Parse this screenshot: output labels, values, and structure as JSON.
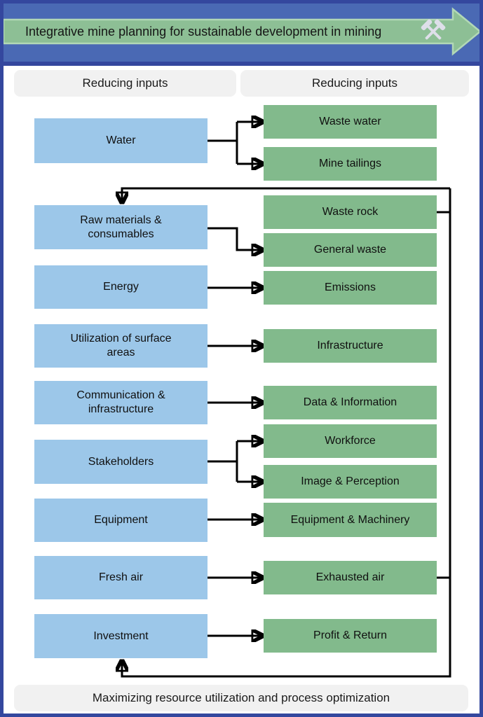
{
  "banner": {
    "title": "Integrative mine planning for sustainable development in mining",
    "icon": "crossed-hammers"
  },
  "column_headers": {
    "left": "Reducing inputs",
    "right": "Reducing inputs"
  },
  "inputs": [
    {
      "label": "Water"
    },
    {
      "label": "Raw materials & consumables"
    },
    {
      "label": "Energy"
    },
    {
      "label": "Utilization of surface areas"
    },
    {
      "label": "Communication & infrastructure"
    },
    {
      "label": "Stakeholders"
    },
    {
      "label": "Equipment"
    },
    {
      "label": "Fresh air"
    },
    {
      "label": "Investment"
    }
  ],
  "outputs": [
    {
      "label": "Waste water"
    },
    {
      "label": "Mine tailings"
    },
    {
      "label": "Waste rock"
    },
    {
      "label": "General waste"
    },
    {
      "label": "Emissions"
    },
    {
      "label": "Infrastructure"
    },
    {
      "label": "Data & Information"
    },
    {
      "label": "Workforce"
    },
    {
      "label": "Image & Perception"
    },
    {
      "label": "Equipment & Machinery"
    },
    {
      "label": "Exhausted air"
    },
    {
      "label": "Profit & Return"
    }
  ],
  "footer": {
    "label": "Maximizing resource utilization and process optimization"
  },
  "connections": [
    {
      "from": "Water",
      "to": "Waste water",
      "type": "arrow"
    },
    {
      "from": "Water",
      "to": "Mine tailings",
      "type": "arrow"
    },
    {
      "from": "Raw materials & consumables",
      "to": "General waste",
      "type": "arrow"
    },
    {
      "from": "Energy",
      "to": "Emissions",
      "type": "arrow"
    },
    {
      "from": "Utilization of surface areas",
      "to": "Infrastructure",
      "type": "arrow"
    },
    {
      "from": "Communication & infrastructure",
      "to": "Data & Information",
      "type": "arrow"
    },
    {
      "from": "Stakeholders",
      "to": "Workforce",
      "type": "arrow"
    },
    {
      "from": "Stakeholders",
      "to": "Image & Perception",
      "type": "arrow"
    },
    {
      "from": "Equipment",
      "to": "Equipment & Machinery",
      "type": "arrow"
    },
    {
      "from": "Fresh air",
      "to": "Exhausted air",
      "type": "arrow"
    },
    {
      "from": "Investment",
      "to": "Profit & Return",
      "type": "arrow"
    },
    {
      "from": "Waste rock",
      "to": "Raw materials & consumables",
      "type": "feedback-loop"
    },
    {
      "from": "Waste rock",
      "to": "Investment",
      "type": "feedback-loop"
    },
    {
      "from": "Exhausted air",
      "to": "Raw materials & consumables",
      "type": "feedback-loop"
    },
    {
      "from": "Exhausted air",
      "to": "Investment",
      "type": "feedback-loop"
    }
  ],
  "colors": {
    "frame": "#34479e",
    "banner_band": "#4a69b4",
    "banner_arrow_fill": "#8dbf95",
    "banner_arrow_stroke": "#b2d8b6",
    "input_box": "#9cc7e9",
    "output_box": "#82ba8c",
    "header_bar": "#f1f1f1",
    "connector": "#000000",
    "icon": "#dedfe9"
  }
}
